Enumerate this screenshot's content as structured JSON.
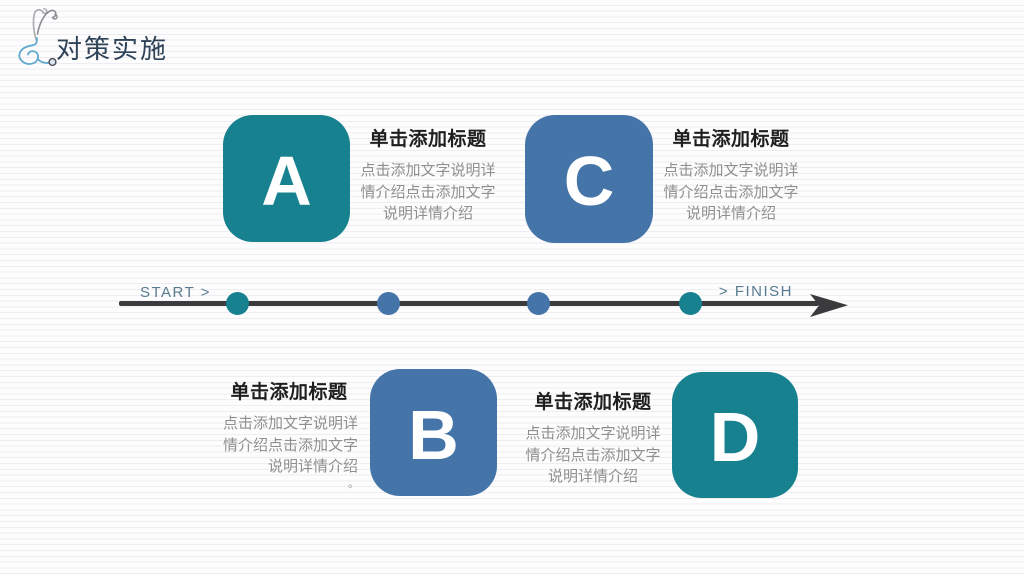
{
  "slide": {
    "title": "对策实施"
  },
  "colors": {
    "teal": "#17818f",
    "blue": "#4574a8",
    "timeline_line": "#3b3b3d",
    "timeline_label": "#587b8f",
    "heading_text": "#1f1f1f",
    "body_text": "#8f8f8f",
    "title_text": "#2e4357"
  },
  "icons": {
    "logo": "stethoscope-icon",
    "arrow": "arrowhead-icon"
  },
  "timeline": {
    "start_label": "START >",
    "finish_label": "> FINISH",
    "dots": [
      {
        "color": "teal"
      },
      {
        "color": "blue"
      },
      {
        "color": "blue"
      },
      {
        "color": "teal"
      }
    ]
  },
  "blocks": [
    {
      "letter": "A",
      "color": "teal",
      "heading": "单击添加标题",
      "body_lines": [
        "点击添加文字说明详",
        "情介绍点击添加文字",
        "说明详情介绍"
      ]
    },
    {
      "letter": "C",
      "color": "blue",
      "heading": "单击添加标题",
      "body_lines": [
        "点击添加文字说明详",
        "情介绍点击添加文字",
        "说明详情介绍"
      ]
    },
    {
      "letter": "B",
      "color": "blue",
      "heading": "单击添加标题",
      "body_lines": [
        "点击添加文字说明详",
        "情介绍点击添加文字",
        "说明详情介绍"
      ]
    },
    {
      "letter": "D",
      "color": "teal",
      "heading": "单击添加标题",
      "body_lines": [
        "点击添加文字说明详",
        "情介绍点击添加文字",
        "说明详情介绍"
      ]
    }
  ],
  "stray_period": "。"
}
